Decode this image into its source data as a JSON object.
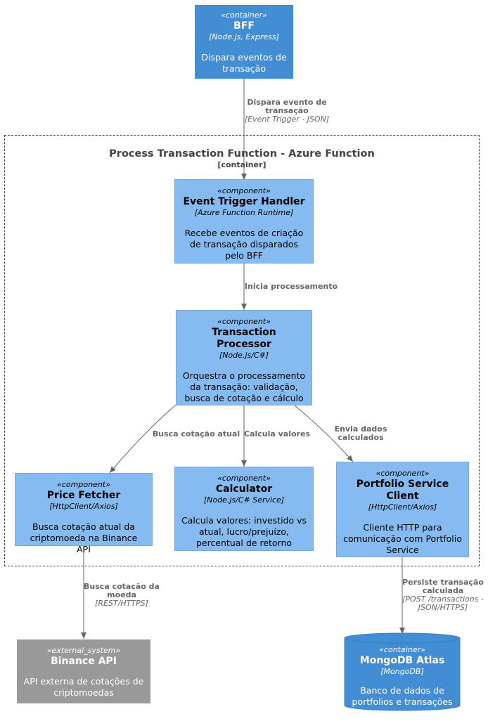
{
  "bff": {
    "stereotype": "«container»",
    "name": "BFF",
    "tech": "[Node.js, Express]",
    "desc": "Dispara eventos de transação"
  },
  "boundary": {
    "title": "Process Transaction Function - Azure Function",
    "subtitle": "[container]"
  },
  "event_handler": {
    "stereotype": "«component»",
    "name": "Event Trigger Handler",
    "tech": "[Azure Function Runtime]",
    "desc": "Recebe eventos de criação de transação disparados pelo BFF"
  },
  "processor": {
    "stereotype": "«component»",
    "name": "Transaction Processor",
    "tech": "[Node.js/C#]",
    "desc": "Orquestra o processamento da transação: validação, busca de cotação e cálculo"
  },
  "price_fetcher": {
    "stereotype": "«component»",
    "name": "Price Fetcher",
    "tech": "[HttpClient/Axios]",
    "desc": "Busca cotação atual da criptomoeda na Binance API"
  },
  "calculator": {
    "stereotype": "«component»",
    "name": "Calculator",
    "tech": "[Node.js/C# Service]",
    "desc": "Calcula valores: investido vs atual, lucro/prejuízo, percentual de retorno"
  },
  "portfolio_client": {
    "stereotype": "«component»",
    "name": "Portfolio Service Client",
    "tech": "[HttpClient/Axios]",
    "desc": "Cliente HTTP para comunicação com Portfolio Service"
  },
  "binance": {
    "stereotype": "«external_system»",
    "name": "Binance API",
    "desc": "API externa de cotações de criptomoedas"
  },
  "mongodb": {
    "stereotype": "«container»",
    "name": "MongoDB Atlas",
    "tech": "[MongoDB]",
    "desc": "Banco de dados de portfolios e transações"
  },
  "relations": {
    "bff_to_handler": {
      "label": "Dispara evento de transação",
      "tech": "[Event Trigger - JSON]"
    },
    "handler_to_processor": {
      "label": "Inicia processamento"
    },
    "processor_to_fetcher": {
      "label": "Busca cotação atual"
    },
    "processor_to_calculator": {
      "label": "Calcula valores"
    },
    "processor_to_client": {
      "label": "Envia dados calculados"
    },
    "fetcher_to_binance": {
      "label": "Busca cotação da moeda",
      "tech": "[REST/HTTPS]"
    },
    "client_to_mongodb": {
      "label": "Persiste transação calculada",
      "tech": "[POST /transactions - JSON/HTTPS]"
    }
  },
  "colors": {
    "container": "#438dd5",
    "component": "#85bbf0",
    "external": "#999999",
    "edge": "#666666"
  }
}
